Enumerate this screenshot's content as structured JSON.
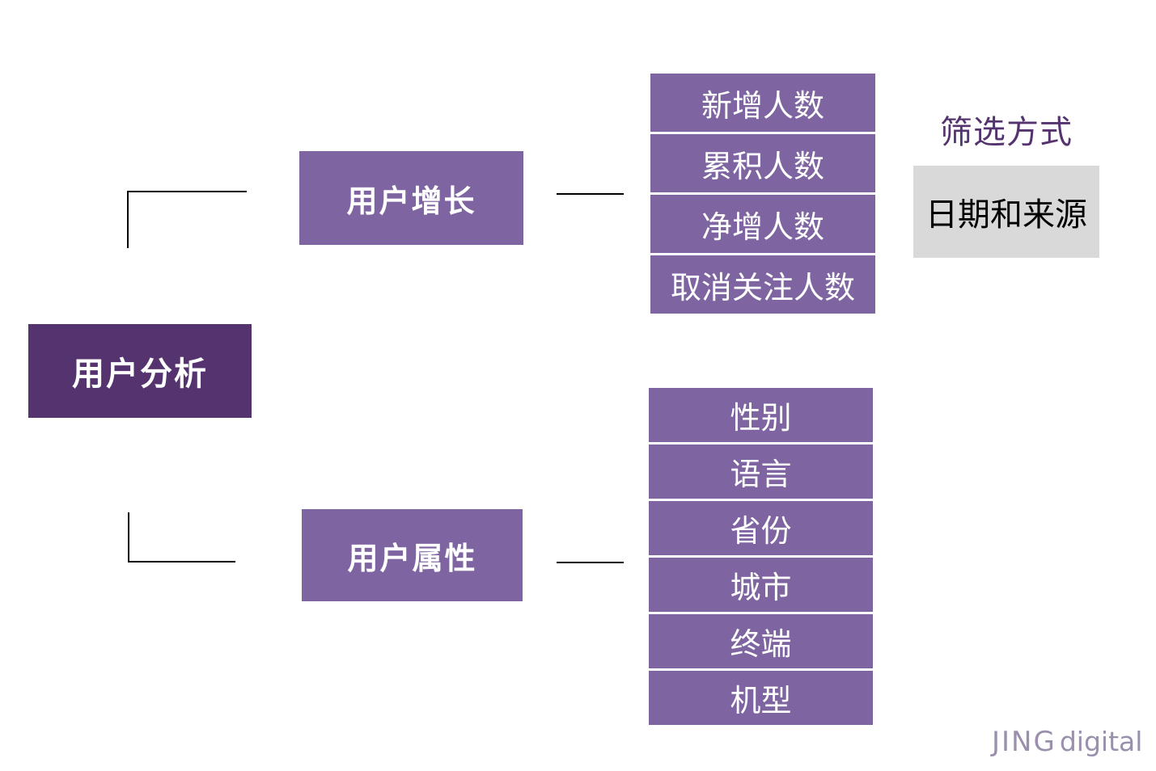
{
  "diagram": {
    "root": {
      "label": "用户分析"
    },
    "growth": {
      "label": "用户增长",
      "items": [
        "新增人数",
        "累积人数",
        "净增人数",
        "取消关注人数"
      ]
    },
    "attributes": {
      "label": "用户属性",
      "items": [
        "性别",
        "语言",
        "省份",
        "城市",
        "终端",
        "机型"
      ]
    },
    "filter": {
      "title": "筛选方式",
      "value": "日期和来源"
    }
  },
  "logo": {
    "jing": "JING",
    "digital": "digital"
  },
  "colors": {
    "root_fill": "#55336f",
    "node_fill": "#7e64a0",
    "filter_title": "#55336f",
    "filter_fill": "#d9d9d9",
    "logo": "#9a8fad"
  }
}
